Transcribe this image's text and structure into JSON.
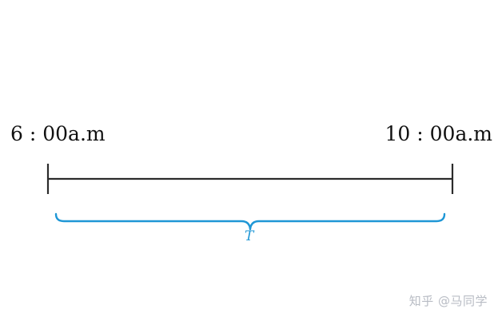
{
  "timeline": {
    "start_label": "6 : 00a.m",
    "end_label": "10 : 00a.m",
    "interval_label": "T",
    "line_color": "#2b2b2b",
    "brace_color": "#1f97d6"
  },
  "watermark": {
    "text": "知乎 @马同学"
  }
}
